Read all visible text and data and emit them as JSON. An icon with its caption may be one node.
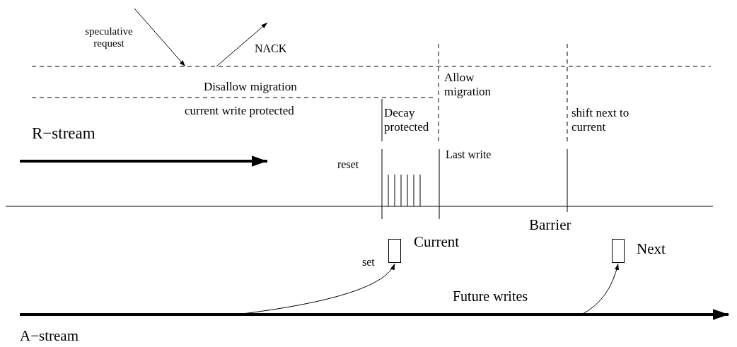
{
  "diagram": {
    "nodes": [
      {
        "text": [],
        "shape": "box",
        "beside": [
          "Current"
        ]
      },
      {
        "text": [],
        "shape": "box",
        "beside": [
          "Next"
        ]
      }
    ],
    "edges": [
      {
        "from": null,
        "to": 0,
        "arrow": "to",
        "label": "set"
      },
      {
        "from": null,
        "to": 1,
        "arrow": "to"
      }
    ],
    "labels": [
      "speculative request",
      "NACK",
      "Disallow migration",
      "Allow migration",
      "current write protected",
      "Decay protected",
      "shift next to current",
      "R−stream",
      "reset",
      "Last write",
      "Barrier",
      "Future writes",
      "A−stream"
    ]
  }
}
